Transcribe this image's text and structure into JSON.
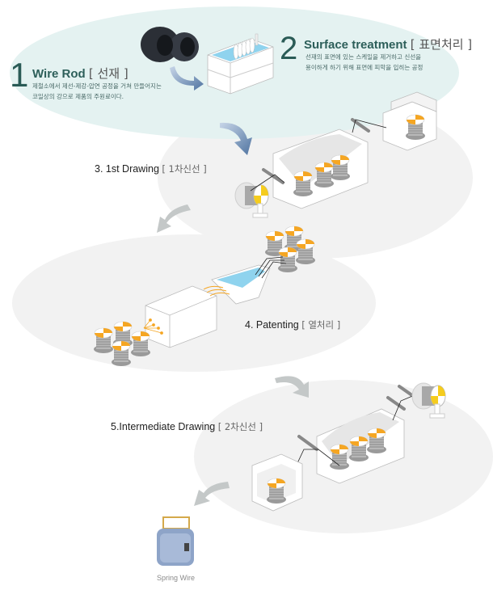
{
  "steps": [
    {
      "number": "1",
      "title": "Wire Rod",
      "title_kr": "[ 선재 ]",
      "description": [
        "제철소에서 제선-제강-압연 공정을 거쳐 만들어지는",
        "코일상의 강으로 제품의 주원료이다."
      ]
    },
    {
      "number": "2",
      "title": "Surface treatment",
      "title_kr": "[ 표면처리 ]",
      "description": [
        "선재의 표면에 있는 스케일을 제거하고 신선을",
        "용이하게 하기 위해 표면에 피막을 입히는 공정"
      ]
    },
    {
      "number": "3.",
      "title": "1st Drawing",
      "title_kr": "[ 1차신선 ]"
    },
    {
      "number": "4.",
      "title": "Patenting",
      "title_kr": "[ 열처리 ]"
    },
    {
      "number": "5.",
      "title": "Intermediate Drawing",
      "title_kr": "[ 2차신선 ]"
    }
  ],
  "labels": {
    "step3": "3. 1st Drawing",
    "step4": "4. Patenting",
    "step5": "5.Intermediate Drawing"
  },
  "final_product": {
    "caption": "Spring Wire"
  },
  "colors": {
    "teal_ellipse": "#e4f2f1",
    "grey_ellipse": "#f2f2f2",
    "heading_teal": "#2d5f5a",
    "spool_orange": "#f5a623",
    "spool_yellow": "#f5cc1e",
    "water_blue": "#8fd3ee",
    "arrow_blue": "#5b7fa8",
    "arrow_grey": "#c4c8c8"
  }
}
